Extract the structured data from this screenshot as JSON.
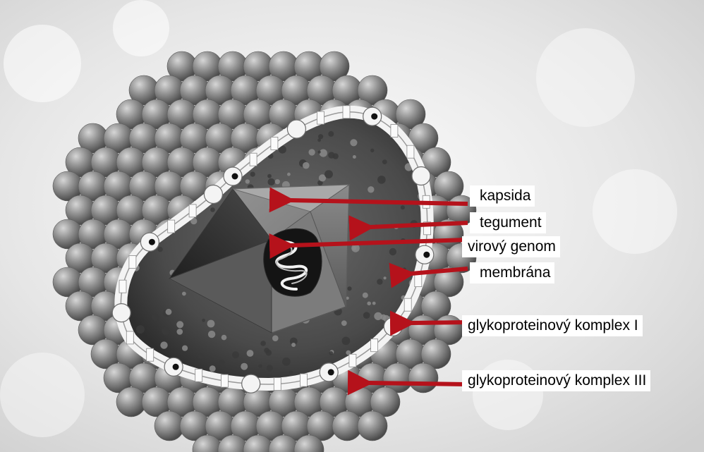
{
  "diagram": {
    "labels": [
      {
        "id": "kapsida",
        "text": "kapsida"
      },
      {
        "id": "tegument",
        "text": "tegument"
      },
      {
        "id": "virovy-genom",
        "text": "virový genom"
      },
      {
        "id": "membrana",
        "text": "membrána"
      },
      {
        "id": "glyko-I",
        "text": "glykoproteinový komplex I"
      },
      {
        "id": "glyko-III",
        "text": "glykoproteinový komplex III"
      }
    ],
    "colors": {
      "arrow": "#b5121b",
      "background": "#e9e9e9",
      "membrane": "#f2f2f2",
      "sphere": "#8d8d8d"
    }
  }
}
